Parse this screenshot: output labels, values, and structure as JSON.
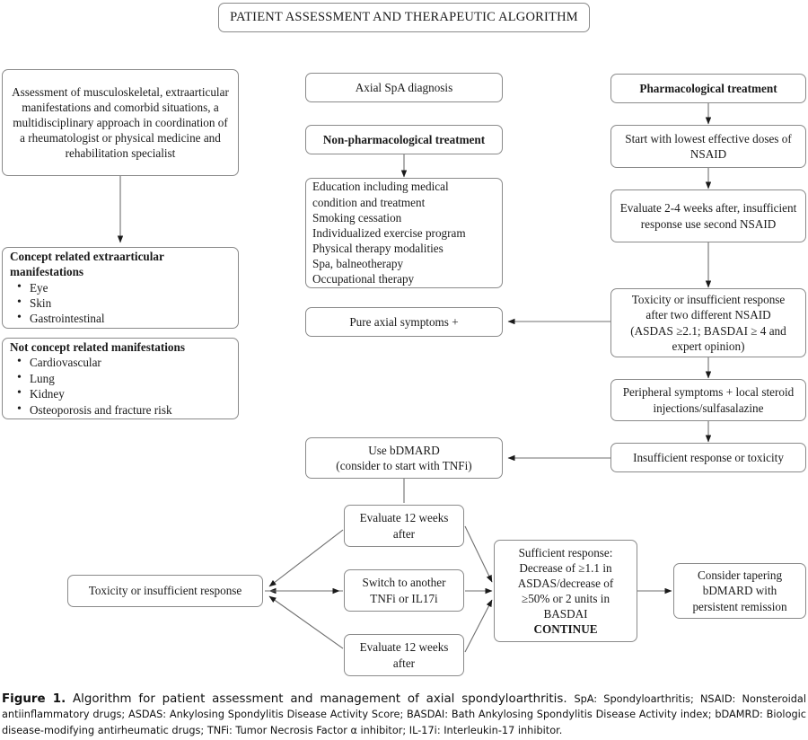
{
  "figure": {
    "title_box": "PATIENT ASSESSMENT AND THERAPEUTIC ALGORITHM",
    "caption_label": "Figure 1.",
    "caption_main": "Algorithm for patient assessment and management of axial spondyloarthritis.",
    "caption_abbreviations": "SpA: Spondyloarthritis; NSAID: Nonsteroidal antiinflammatory drugs; ASDAS: Ankylosing Spondylitis Disease Activity Score; BASDAI: Bath Ankylosing Spondylitis Disease Activity index; bDAMRD: Biologic disease-modifying antirheumatic drugs; TNFi: Tumor Necrosis Factor α inhibitor; IL-17i: Interleukin-17 inhibitor."
  },
  "left_column": {
    "assessment": "Assessment of musculoskeletal, extraarticular manifestations and comorbid situations, a multidisciplinary approach in coordination of a rheumatologist or physical medicine and rehabilitation specialist",
    "concept_related": {
      "heading": "Concept related extraarticular manifestations",
      "items": [
        "Eye",
        "Skin",
        "Gastrointestinal"
      ]
    },
    "not_concept_related": {
      "heading": "Not concept related manifestations",
      "items": [
        "Cardiovascular",
        "Lung",
        "Kidney",
        "Osteoporosis and fracture risk"
      ]
    }
  },
  "middle_column": {
    "diagnosis": "Axial SpA diagnosis",
    "non_pharm_heading": "Non-pharmacological treatment",
    "non_pharm_items": [
      "Education including medical",
      "condition and treatment",
      "Smoking cessation",
      "Individualized exercise program",
      "Physical therapy modalities",
      "Spa, balneotherapy",
      "Occupational therapy"
    ],
    "pure_axial": "Pure axial symptoms +",
    "use_bdmard_line1": "Use bDMARD",
    "use_bdmard_line2": "(consider to start with TNFi)"
  },
  "right_column": {
    "pharm_heading": "Pharmacological treatment",
    "start_nsaid": "Start with lowest effective doses of NSAID",
    "evaluate_nsaid": "Evaluate 2-4 weeks after, insufficient response use second NSAID",
    "toxicity_two_nsaid_line1": "Toxicity or insufficient response",
    "toxicity_two_nsaid_line2": "after two different NSAID",
    "toxicity_two_nsaid_line3": "(ASDAS ≥2.1; BASDAI ≥ 4 and",
    "toxicity_two_nsaid_line4": "expert opinion)",
    "peripheral": "Peripheral symptoms + local steroid injections/sulfasalazine",
    "insufficient_response": "Insufficient response or toxicity"
  },
  "bottom_row": {
    "toxicity_insufficient": "Toxicity or insufficient response",
    "evaluate_top_line1": "Evaluate 12 weeks",
    "evaluate_top_line2": "after",
    "switch_line1": "Switch to another",
    "switch_line2": "TNFi or IL17i",
    "evaluate_bottom_line1": "Evaluate 12 weeks",
    "evaluate_bottom_line2": "after",
    "sufficient_response": {
      "line1": "Sufficient response:",
      "line2": "Decrease of ≥1.1 in",
      "line3": "ASDAS/decrease of",
      "line4": "≥50% or 2 units in",
      "line5": "BASDAI",
      "line6": "CONTINUE"
    },
    "taper_line1": "Consider tapering",
    "taper_line2": "bDMARD with",
    "taper_line3": "persistent remission"
  },
  "style": {
    "border_color": "#8a8a8a",
    "arrow_color": "#555555",
    "text_color": "#1a1a1a",
    "background": "#ffffff"
  }
}
